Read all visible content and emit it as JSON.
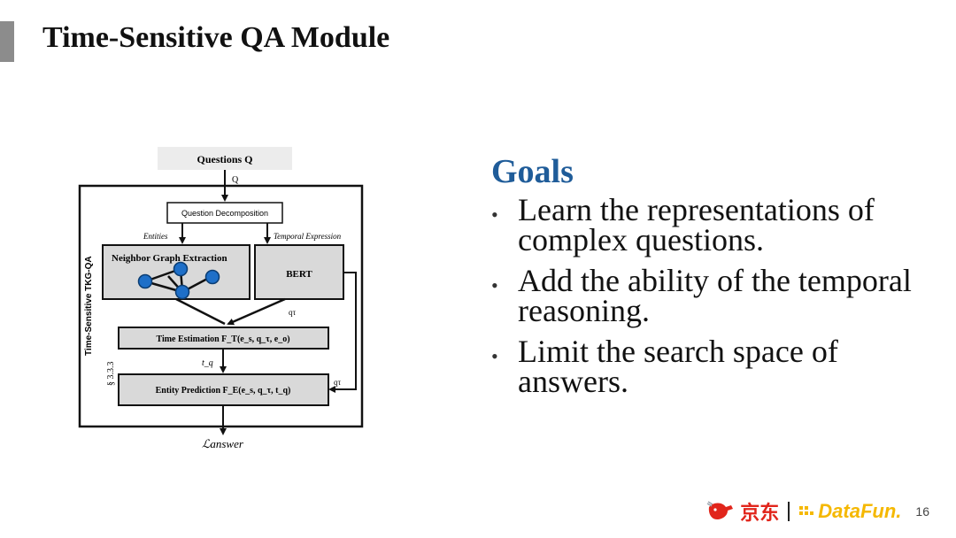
{
  "slide": {
    "title": "Time-Sensitive QA Module",
    "page_number": "16"
  },
  "diagram": {
    "questions_label": "Questions Q",
    "q_arrow_label": "Q",
    "frame_label": "Time-Sensitive TKG-QA",
    "section_label": "§ 3.3.3",
    "decomposition_label": "Question Decomposition",
    "entities_label": "Entities",
    "temporal_expression_label": "Temporal Expression",
    "neighbor_graph_label": "Neighbor Graph Extraction",
    "bert_label": "BERT",
    "qt_label_1": "qτ",
    "time_estimation_label": "Time Estimation F_T(e_s, q_τ, e_o)",
    "tq_label": "t_q",
    "qt_label_2": "qτ",
    "entity_prediction_label": "Entity Prediction F_E(e_s, q_τ, t_q)",
    "loss_label": "ℒanswer",
    "colors": {
      "node": "#1e6fc8",
      "box_fill": "#d9d9d9",
      "questions_fill": "#ececec"
    }
  },
  "goals": {
    "heading": "Goals",
    "bullets": [
      "Learn the representations of complex questions.",
      "Add the ability of the temporal reasoning.",
      "Limit the search space of answers."
    ],
    "bullet_char": "•"
  },
  "footer": {
    "jd_text": "京东",
    "datafun_text": "DataFun.",
    "colors": {
      "jd": "#e1251b",
      "datafun_yellow": "#f5b800",
      "datafun_blue": "#1e3a8a"
    }
  }
}
